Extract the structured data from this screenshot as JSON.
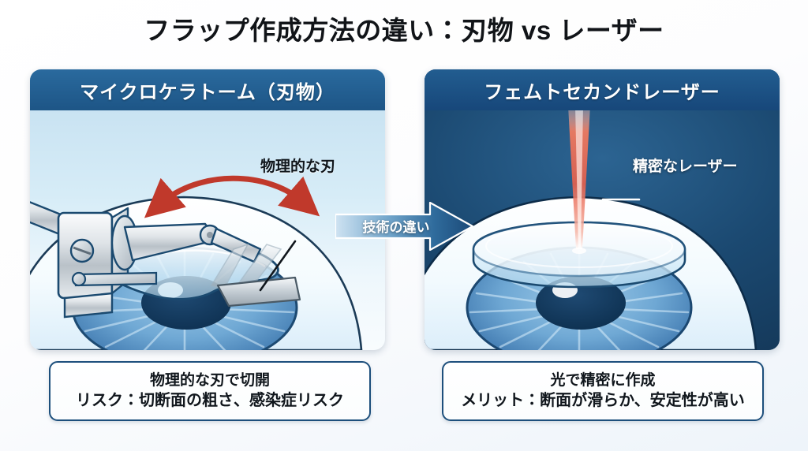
{
  "title": "フラップ作成方法の違い：刃物 vs レーザー",
  "transition": {
    "label": "技術の違い",
    "icon": "arrow-right-icon"
  },
  "panels": [
    {
      "id": "microkeratome",
      "header": "マイクロケラトーム（刃物）",
      "callout": "物理的な刃",
      "illustration": "microkeratome-blade-on-eye",
      "motion_icon": "double-headed-arc-arrow-icon",
      "accent": "#c0392b",
      "header_bg": "#1d5586",
      "body_bg": "#d6ecf7"
    },
    {
      "id": "femtosecond",
      "header": "フェムトセカンドレーザー",
      "callout": "精密なレーザー",
      "illustration": "laser-beam-on-eye",
      "beam_icon": "laser-cone-icon",
      "accent": "#e8604c",
      "header_bg": "#17477a",
      "body_bg": "#1b4971"
    }
  ],
  "captions": [
    {
      "for": "microkeratome",
      "line1": "物理的な刃で切開",
      "line2": "リスク：切断面の粗さ、感染症リスク"
    },
    {
      "for": "femtosecond",
      "line1": "光で精密に作成",
      "line2": "メリット：断面が滑らか、安定性が高い"
    }
  ]
}
